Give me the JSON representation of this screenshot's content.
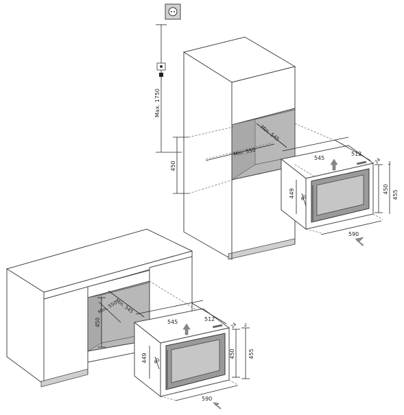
{
  "dimensions": {
    "max_height": "Max. 1750",
    "tall_niche_height": "450",
    "tall_niche_depth": "Min. 545",
    "tall_niche_width": "Min. 550",
    "upper_depth": "512",
    "upper_top_width": "545",
    "upper_side_449": "449",
    "upper_side_40": "40",
    "upper_height_450": "450",
    "upper_height_455": "455",
    "upper_width_590": "590",
    "upper_small_24": "24",
    "upper_small_2": "2",
    "base_niche_height": "450",
    "base_niche_depth": "Min. 545",
    "base_niche_width": "Min. 550",
    "lower_depth": "512",
    "lower_top_width": "545",
    "lower_side_449": "449",
    "lower_side_40": "40",
    "lower_height_450": "450",
    "lower_height_455": "455",
    "lower_width_590": "590",
    "lower_small_24": "24",
    "lower_small_2": "2"
  },
  "colors": {
    "cavity": "#b8b8b8",
    "glass": "#9a9a9a",
    "arrow": "#888888"
  },
  "icons": [
    "socket-icon",
    "plug-icon",
    "arrow-up-icon",
    "arrow-diagonal-icon"
  ]
}
